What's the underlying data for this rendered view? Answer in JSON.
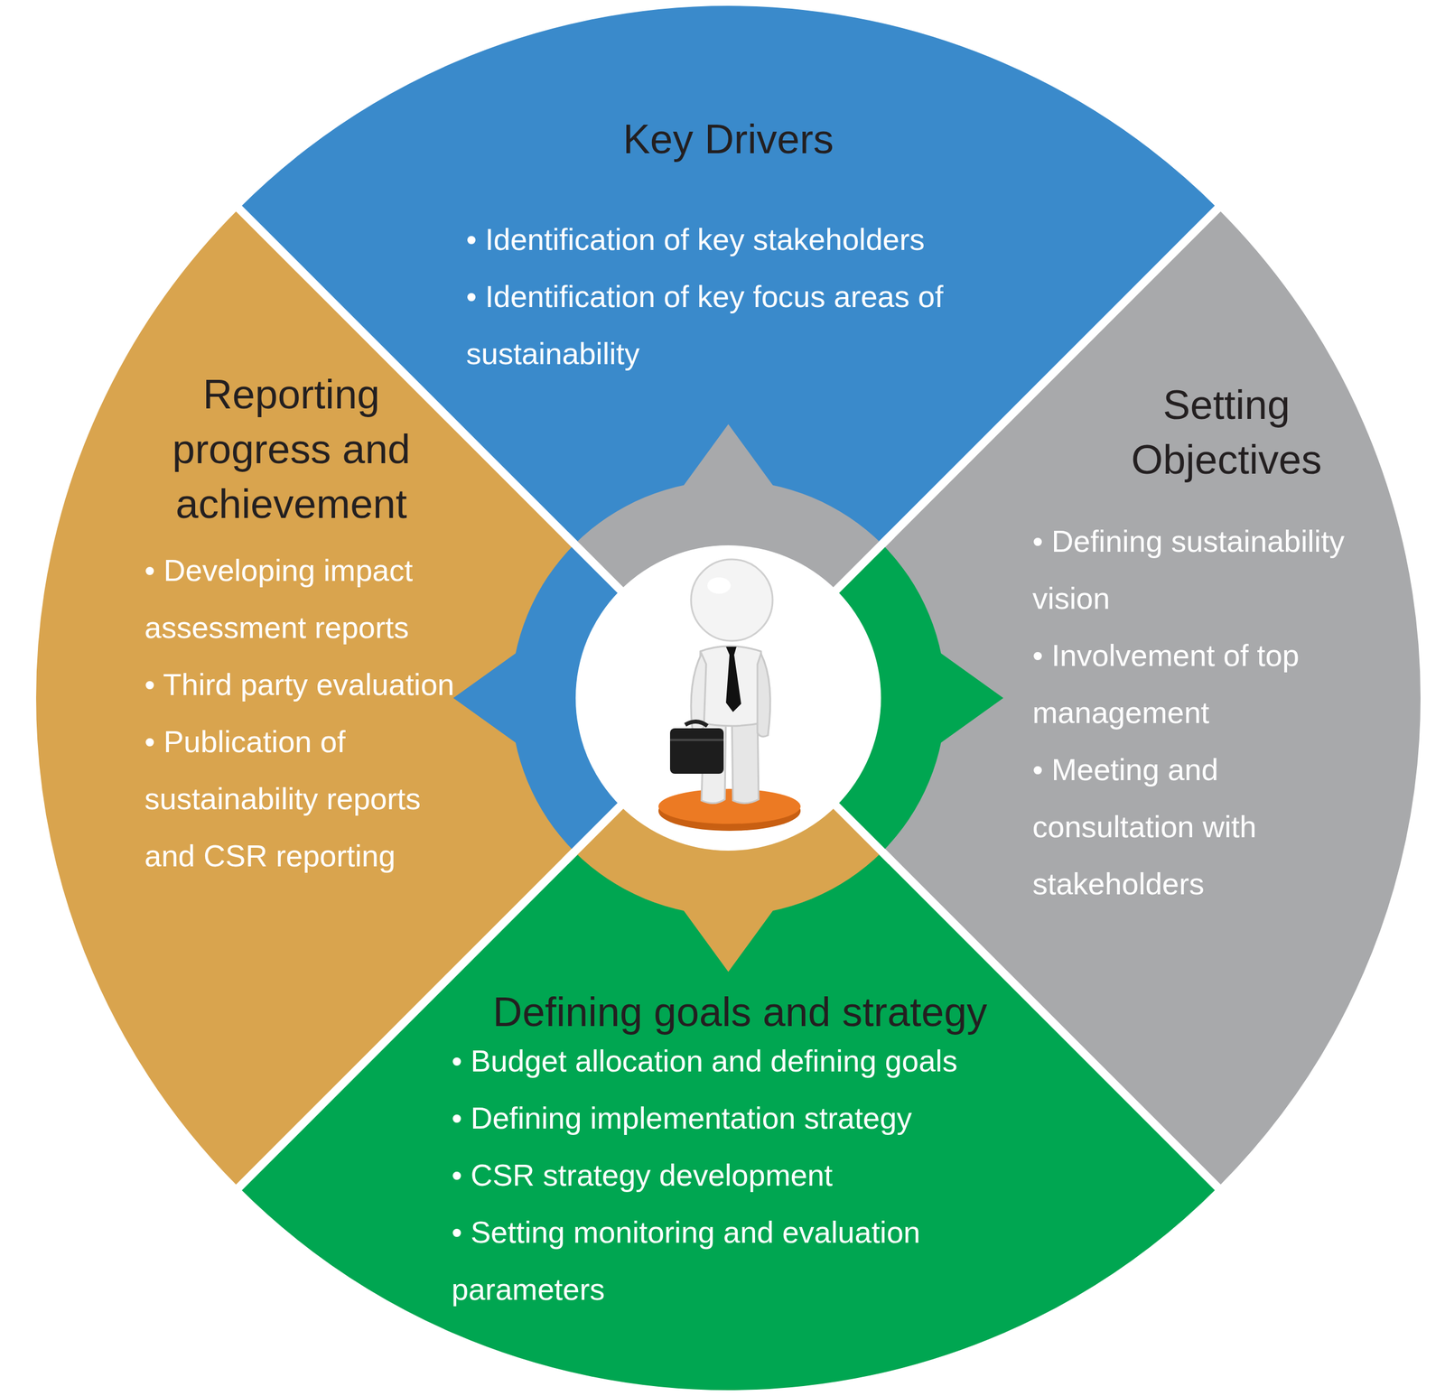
{
  "diagram": {
    "nodes": [
      {
        "text": [
          "Key Drivers",
          "• Identification of key stakeholders",
          "• Identification of key focus areas of sustainability"
        ]
      },
      {
        "text": [
          "Setting Objectives",
          "• Defining sustainability vision",
          "• Involvement of top management",
          "• Meeting and consultation with stakeholders"
        ]
      },
      {
        "text": [
          "Defining goals and strategy",
          "• Budget allocation and defining goals",
          "• Defining implementation strategy",
          "• CSR strategy development",
          "• Setting monitoring and evaluation parameters"
        ]
      },
      {
        "text": [
          "Reporting progress and achievement",
          "• Developing impact assessment reports",
          "• Third party evaluation",
          "• Publication of sustainability reports and CSR reporting"
        ]
      }
    ]
  }
}
